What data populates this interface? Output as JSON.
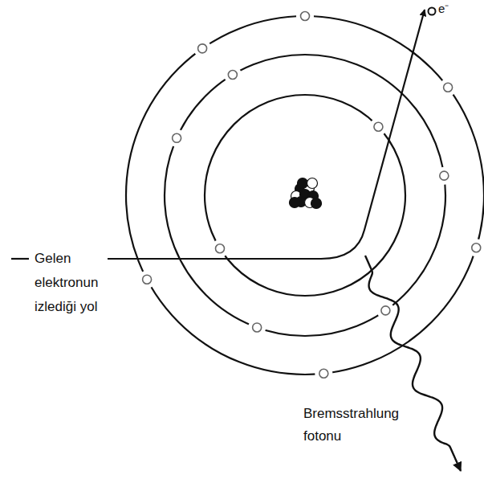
{
  "diagram": {
    "labels": [
      "Gelen elektronun izlediği yol",
      "Bremsstrahlung fotonu",
      "e⁻"
    ]
  }
}
